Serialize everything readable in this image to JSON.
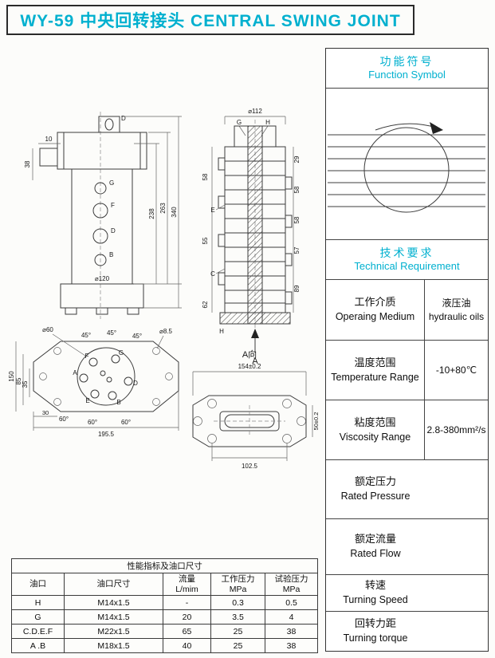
{
  "colors": {
    "accent_cyan": "#00b0cf",
    "line": "#3c3c3c"
  },
  "header": {
    "title": "WY-59 中央回转接头  CENTRAL SWING JOINT"
  },
  "right_panel": {
    "function_symbol": {
      "cn": "功能符号",
      "en": "Function Symbol"
    },
    "technical": {
      "cn": "技术要求",
      "en": "Technical Requirement"
    },
    "rows": [
      {
        "cn": "工作介质",
        "en": "Operaing Medium",
        "value_cn": "液压油",
        "value_en": "hydraulic oils"
      },
      {
        "cn": "温度范围",
        "en": "Temperature Range",
        "value": "-10+80℃"
      },
      {
        "cn": "粘度范围",
        "en": "Viscosity Range",
        "value": "2.8-380mm²/s"
      },
      {
        "cn": "额定压力",
        "en": "Rated Pressure",
        "value": ""
      },
      {
        "cn": "额定流量",
        "en": "Rated Flow",
        "value": ""
      },
      {
        "cn": "转速",
        "en": "Turning Speed",
        "value": ""
      },
      {
        "cn": "回转力距",
        "en": "Turning torque",
        "value": ""
      }
    ]
  },
  "ports_table": {
    "title": "性能指标及油口尺寸",
    "headers": {
      "col1": "油口",
      "col2": "油口尺寸",
      "col3a": "流量",
      "col3b": "L/mim",
      "col4a": "工作压力",
      "col4b": "MPa",
      "col5a": "试验压力",
      "col5b": "MPa"
    },
    "rows": [
      [
        "H",
        "M14x1.5",
        "-",
        "0.3",
        "0.5"
      ],
      [
        "G",
        "M14x1.5",
        "20",
        "3.5",
        "4"
      ],
      [
        "C.D.E.F",
        "M22x1.5",
        "65",
        "25",
        "38"
      ],
      [
        "A .B",
        "M18x1.5",
        "40",
        "25",
        "38"
      ]
    ]
  },
  "drawings": {
    "side": {
      "top_label": "D",
      "dim1": "10",
      "dim2": "38",
      "ports": [
        "G",
        "F",
        "D",
        "B"
      ],
      "dim_right1": "238",
      "dim_right2": "263",
      "dim_right3": "340",
      "dim_bottom": "⌀120"
    },
    "section": {
      "dim_top": "⌀112",
      "top_labels": [
        "G",
        "H"
      ],
      "left_dims": [
        "58",
        "55",
        "62"
      ],
      "left_labels": [
        "E",
        "C",
        "H"
      ],
      "right_dims": [
        "29",
        "58",
        "58",
        "57",
        "89"
      ],
      "view_arrow": "A"
    },
    "bottom": {
      "dim_d60": "⌀60",
      "dim_d85": "⌀8.5",
      "angles_top": [
        "45°",
        "45°",
        "45°"
      ],
      "angles_bottom": [
        "60°",
        "60°",
        "60°"
      ],
      "dims_left": [
        "150",
        "85",
        "35"
      ],
      "dim_30": "30",
      "dim_width": "195.5",
      "ports": [
        "F",
        "G",
        "A",
        "E",
        "B",
        "D"
      ]
    },
    "aview": {
      "title": "A向",
      "dim_top": "154±0.2",
      "dim_right": "50±0.2",
      "dim_bottom": "102.5"
    }
  }
}
